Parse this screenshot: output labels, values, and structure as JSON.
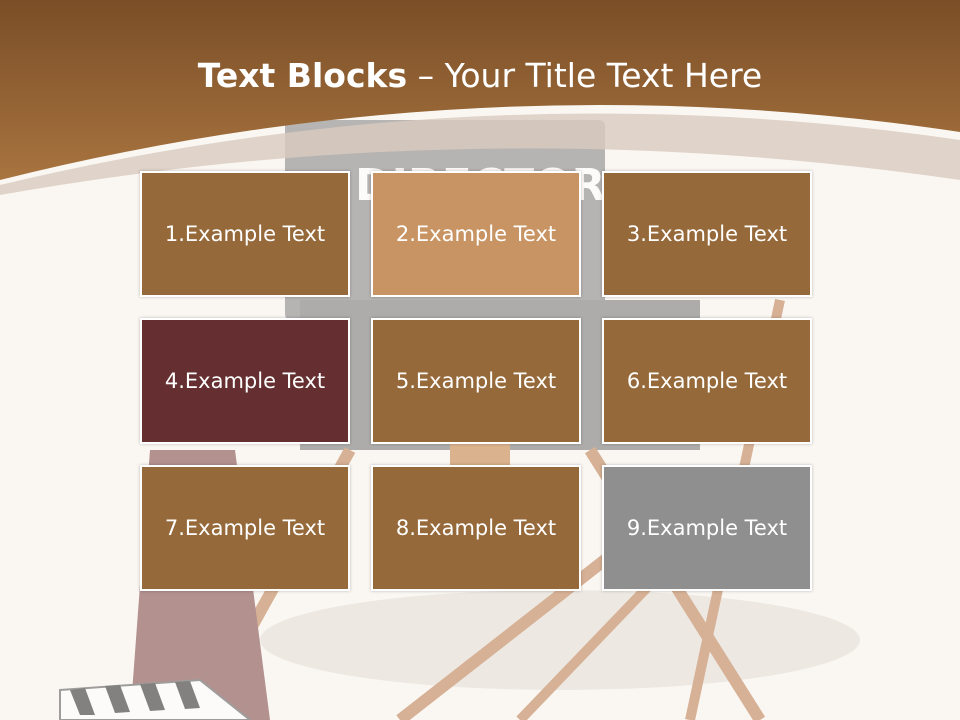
{
  "slide": {
    "title_bold": "Text Blocks",
    "title_dash": "–",
    "title_rest": "Your Title Text Here",
    "background_text": "DIRECTOR",
    "colors": {
      "banner": "#9b6a38",
      "banner_dark": "#7a4e27",
      "block_default": "#96693a",
      "block_light": "#c99463",
      "block_dark": "#652f31",
      "block_gray": "#8f8f8f"
    }
  },
  "blocks": [
    {
      "label": "1.Example Text",
      "color": "#96693a"
    },
    {
      "label": "2.Example Text",
      "color": "#c99463"
    },
    {
      "label": "3.Example Text",
      "color": "#96693a"
    },
    {
      "label": "4.Example Text",
      "color": "#652f31"
    },
    {
      "label": "5.Example Text",
      "color": "#96693a"
    },
    {
      "label": "6.Example Text",
      "color": "#96693a"
    },
    {
      "label": "7.Example Text",
      "color": "#96693a"
    },
    {
      "label": "8.Example Text",
      "color": "#96693a"
    },
    {
      "label": "9.Example Text",
      "color": "#8f8f8f"
    }
  ]
}
